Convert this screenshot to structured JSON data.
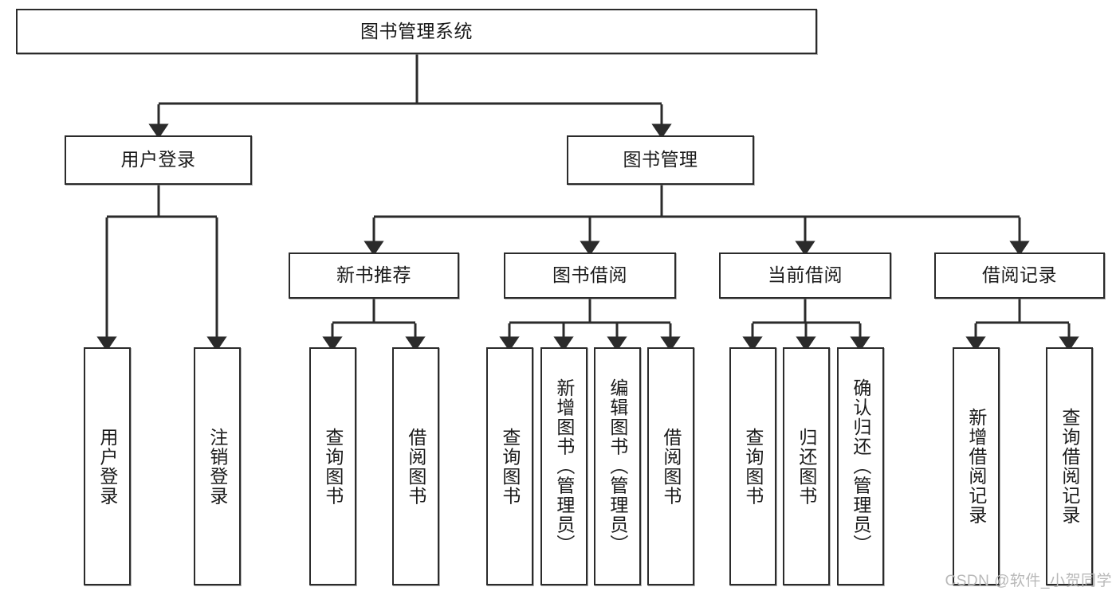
{
  "diagram": {
    "type": "tree",
    "title": "图书管理系统",
    "orientation": "top-down",
    "stroke_color": "#2b2b2b",
    "fill_color": "#ffffff",
    "text_color": "#1a1a1a",
    "levels": [
      {
        "level": 1,
        "nodes": [
          {
            "id": "root",
            "label": "图书管理系统",
            "text_direction": "horizontal"
          }
        ]
      },
      {
        "level": 2,
        "nodes": [
          {
            "id": "login",
            "label": "用户登录",
            "text_direction": "horizontal",
            "parent": "root"
          },
          {
            "id": "book-mgmt",
            "label": "图书管理",
            "text_direction": "horizontal",
            "parent": "root"
          }
        ]
      },
      {
        "level": 3,
        "nodes": [
          {
            "id": "new-book-rec",
            "label": "新书推荐",
            "text_direction": "horizontal",
            "parent": "book-mgmt"
          },
          {
            "id": "book-borrow",
            "label": "图书借阅",
            "text_direction": "horizontal",
            "parent": "book-mgmt"
          },
          {
            "id": "current-borrow",
            "label": "当前借阅",
            "text_direction": "horizontal",
            "parent": "book-mgmt"
          },
          {
            "id": "borrow-record",
            "label": "借阅记录",
            "text_direction": "horizontal",
            "parent": "book-mgmt"
          }
        ]
      },
      {
        "level": 4,
        "nodes": [
          {
            "id": "leaf-user-login",
            "label": "用户登录",
            "text_direction": "vertical",
            "parent": "login"
          },
          {
            "id": "leaf-user-logout",
            "label": "注销登录",
            "text_direction": "vertical",
            "parent": "login"
          },
          {
            "id": "leaf-query-book-1",
            "label": "查询图书",
            "text_direction": "vertical",
            "parent": "new-book-rec"
          },
          {
            "id": "leaf-borrow-book-1",
            "label": "借阅图书",
            "text_direction": "vertical",
            "parent": "new-book-rec"
          },
          {
            "id": "leaf-query-book-2",
            "label": "查询图书",
            "text_direction": "vertical",
            "parent": "book-borrow"
          },
          {
            "id": "leaf-add-book",
            "label": "新增图书（管理员）",
            "text_direction": "vertical",
            "parent": "book-borrow"
          },
          {
            "id": "leaf-edit-book",
            "label": "编辑图书（管理员）",
            "text_direction": "vertical",
            "parent": "book-borrow"
          },
          {
            "id": "leaf-borrow-book-2",
            "label": "借阅图书",
            "text_direction": "vertical",
            "parent": "book-borrow"
          },
          {
            "id": "leaf-query-book-3",
            "label": "查询图书",
            "text_direction": "vertical",
            "parent": "current-borrow"
          },
          {
            "id": "leaf-return-book",
            "label": "归还图书",
            "text_direction": "vertical",
            "parent": "current-borrow"
          },
          {
            "id": "leaf-confirm-return",
            "label": "确认归还（管理员）",
            "text_direction": "vertical",
            "parent": "current-borrow"
          },
          {
            "id": "leaf-add-record",
            "label": "新增借阅记录",
            "text_direction": "vertical",
            "parent": "borrow-record"
          },
          {
            "id": "leaf-query-record",
            "label": "查询借阅记录",
            "text_direction": "vertical",
            "parent": "borrow-record"
          }
        ]
      }
    ]
  },
  "watermark": {
    "text": "CSDN @软件_小贺同学"
  }
}
